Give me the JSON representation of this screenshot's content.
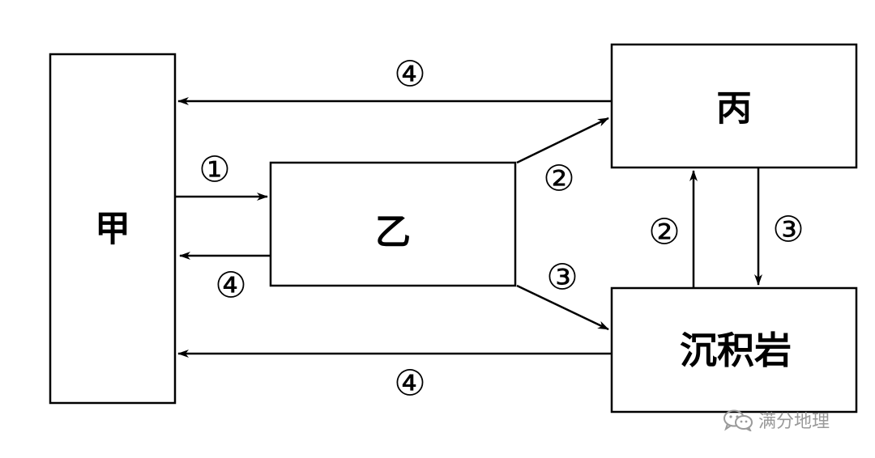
{
  "boxes": {
    "jia": "甲",
    "yi": "乙",
    "bing": "丙",
    "sediment": "沉积岩"
  },
  "arrow_labels": {
    "bing_to_jia": "④",
    "jia_to_yi": "①",
    "yi_to_jia": "④",
    "yi_to_bing": "②",
    "yi_to_sediment": "③",
    "sediment_to_bing": "②",
    "bing_to_sediment": "③",
    "sediment_to_jia": "④"
  },
  "watermark": {
    "text": "满分地理",
    "icon": "wechat-icon"
  }
}
